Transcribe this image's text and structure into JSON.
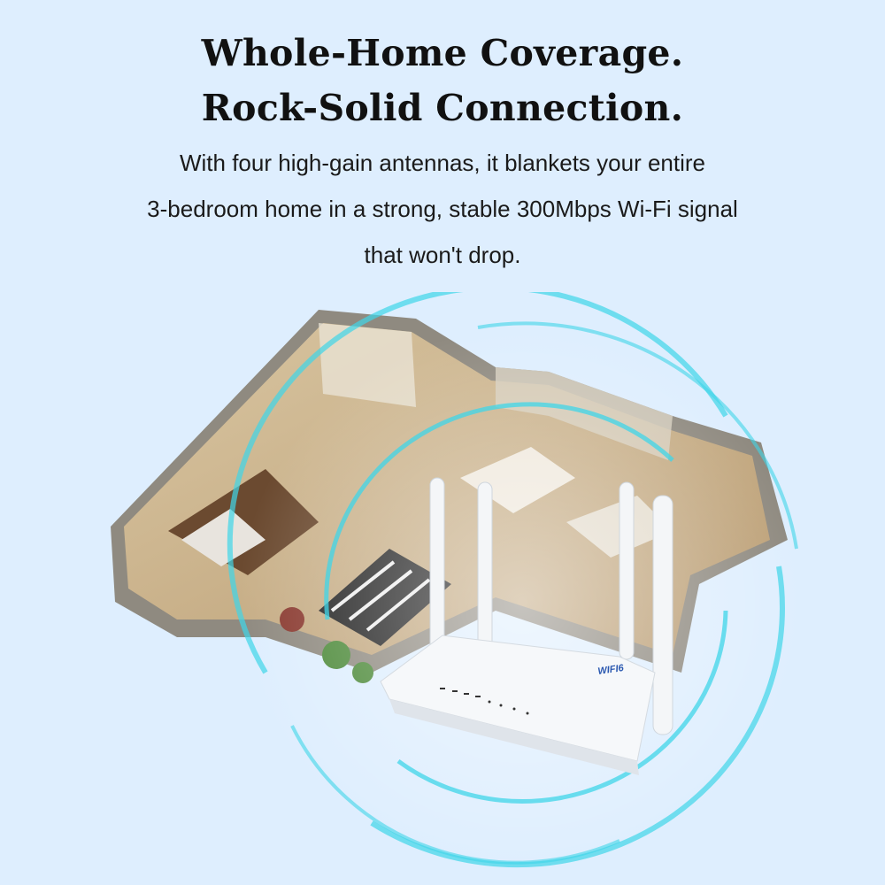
{
  "headline": {
    "line1": "Whole-Home Coverage.",
    "line2": "Rock-Solid Connection."
  },
  "description": {
    "line1": "With four high-gain antennas, it blankets your entire",
    "line2": "3-bedroom home in a strong, stable 300Mbps Wi-Fi signal",
    "line3": "that won't drop."
  },
  "router": {
    "brand_logo": "WIFI6"
  },
  "colors": {
    "background": "#deeefe",
    "signal_ring": "#3fd6e8"
  }
}
